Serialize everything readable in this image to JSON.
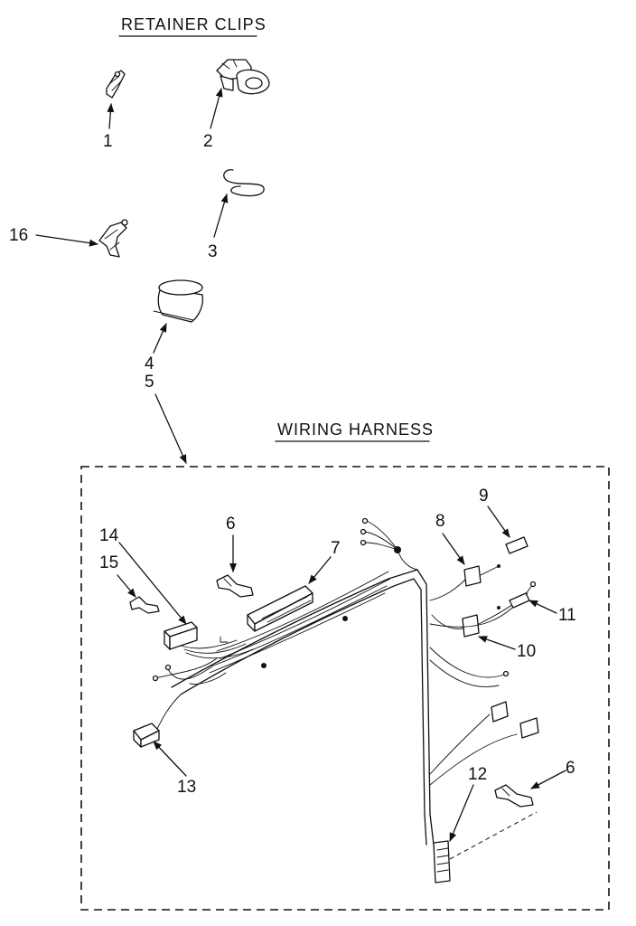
{
  "headings": {
    "retainer_clips": "RETAINER CLIPS",
    "wiring_harness": "WIRING HARNESS"
  },
  "callouts": {
    "c1": "1",
    "c2": "2",
    "c3": "3",
    "c4": "4",
    "c5": "5",
    "c6a": "6",
    "c6b": "6",
    "c7": "7",
    "c8": "8",
    "c9": "9",
    "c10": "10",
    "c11": "11",
    "c12": "12",
    "c13": "13",
    "c14": "14",
    "c15": "15",
    "c16": "16"
  }
}
